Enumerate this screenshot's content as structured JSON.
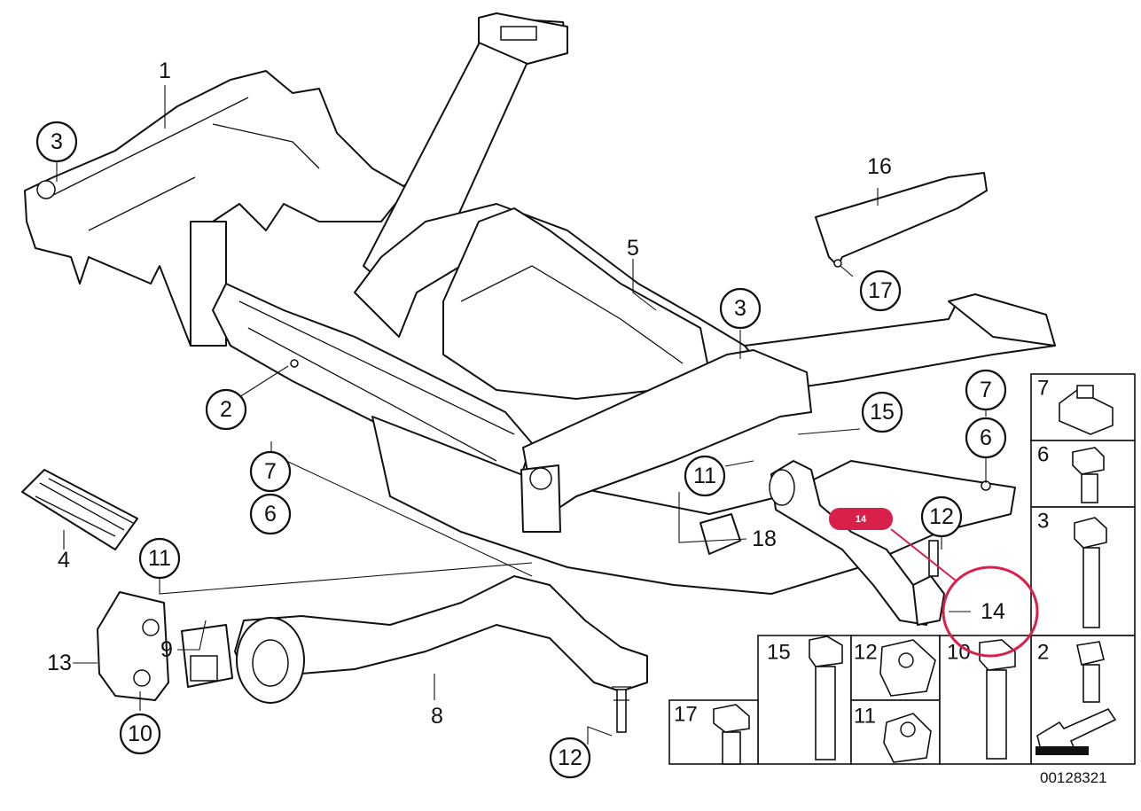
{
  "diagram": {
    "reference_number": "00128321",
    "highlight": {
      "label": "14",
      "color": "#d8204a"
    },
    "callouts_circled": [
      {
        "id": "c1",
        "label": "3"
      },
      {
        "id": "c2",
        "label": "2"
      },
      {
        "id": "c3",
        "label": "7"
      },
      {
        "id": "c4",
        "label": "6"
      },
      {
        "id": "c5",
        "label": "3"
      },
      {
        "id": "c6",
        "label": "11"
      },
      {
        "id": "c7",
        "label": "15"
      },
      {
        "id": "c8",
        "label": "7"
      },
      {
        "id": "c9",
        "label": "6"
      },
      {
        "id": "c10",
        "label": "12"
      },
      {
        "id": "c11",
        "label": "17"
      },
      {
        "id": "c12",
        "label": "11"
      },
      {
        "id": "c13",
        "label": "10"
      },
      {
        "id": "c14",
        "label": "12"
      }
    ],
    "callouts_plain": [
      {
        "id": "p1",
        "label": "1"
      },
      {
        "id": "p2",
        "label": "5"
      },
      {
        "id": "p3",
        "label": "16"
      },
      {
        "id": "p4",
        "label": "4"
      },
      {
        "id": "p5",
        "label": "18"
      },
      {
        "id": "p6",
        "label": "9"
      },
      {
        "id": "p7",
        "label": "13"
      },
      {
        "id": "p8",
        "label": "8"
      },
      {
        "id": "p9",
        "label": "14"
      }
    ],
    "fastener_boxes": [
      {
        "id": "b7",
        "label": "7"
      },
      {
        "id": "b6",
        "label": "6"
      },
      {
        "id": "b3",
        "label": "3"
      },
      {
        "id": "b2",
        "label": "2"
      },
      {
        "id": "b15",
        "label": "15"
      },
      {
        "id": "b12",
        "label": "12"
      },
      {
        "id": "b10",
        "label": "10"
      },
      {
        "id": "b11",
        "label": "11"
      },
      {
        "id": "b17",
        "label": "17"
      }
    ]
  }
}
